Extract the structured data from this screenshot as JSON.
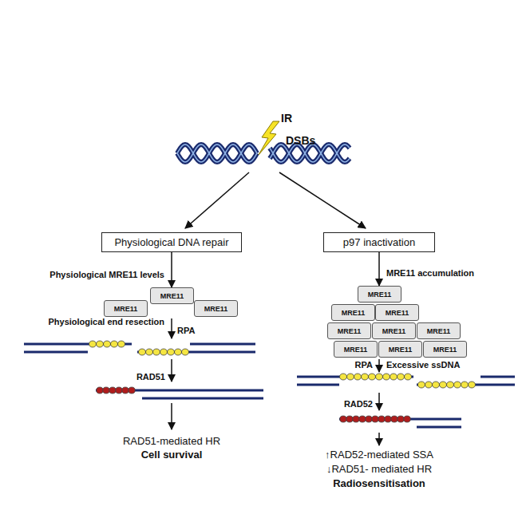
{
  "diagram": {
    "nodes": [
      {
        "text": [
          "Physiological DNA repair"
        ]
      },
      {
        "text": [
          "p97 inactivation"
        ]
      },
      {
        "text": [
          "MRE11"
        ]
      },
      {
        "text": [
          "MRE11"
        ]
      },
      {
        "text": [
          "MRE11"
        ]
      },
      {
        "text": [
          "MRE11"
        ]
      },
      {
        "text": [
          "MRE11"
        ]
      },
      {
        "text": [
          "MRE11"
        ]
      },
      {
        "text": [
          "MRE11"
        ]
      },
      {
        "text": [
          "MRE11"
        ]
      },
      {
        "text": [
          "MRE11"
        ]
      },
      {
        "text": [
          "MRE11"
        ]
      },
      {
        "text": [
          "MRE11"
        ]
      },
      {
        "text": [
          "MRE11"
        ]
      }
    ],
    "edges": [
      {
        "from": 0,
        "to": 2,
        "arrow": "to"
      },
      {
        "from": 1,
        "to": 5,
        "arrow": "to"
      }
    ],
    "labels": [
      "IR",
      "DSBs",
      "Physiological MRE11 levels",
      "Physiological end resection",
      "RPA",
      "RAD51",
      "RAD51-mediated HR",
      "Cell survival",
      "MRE11 accumulation",
      "Excessive ssDNA",
      "RPA",
      "RAD52",
      "↑RAD52-mediated SSA",
      "↓RAD51- mediated HR",
      "Radiosensitisation"
    ]
  }
}
